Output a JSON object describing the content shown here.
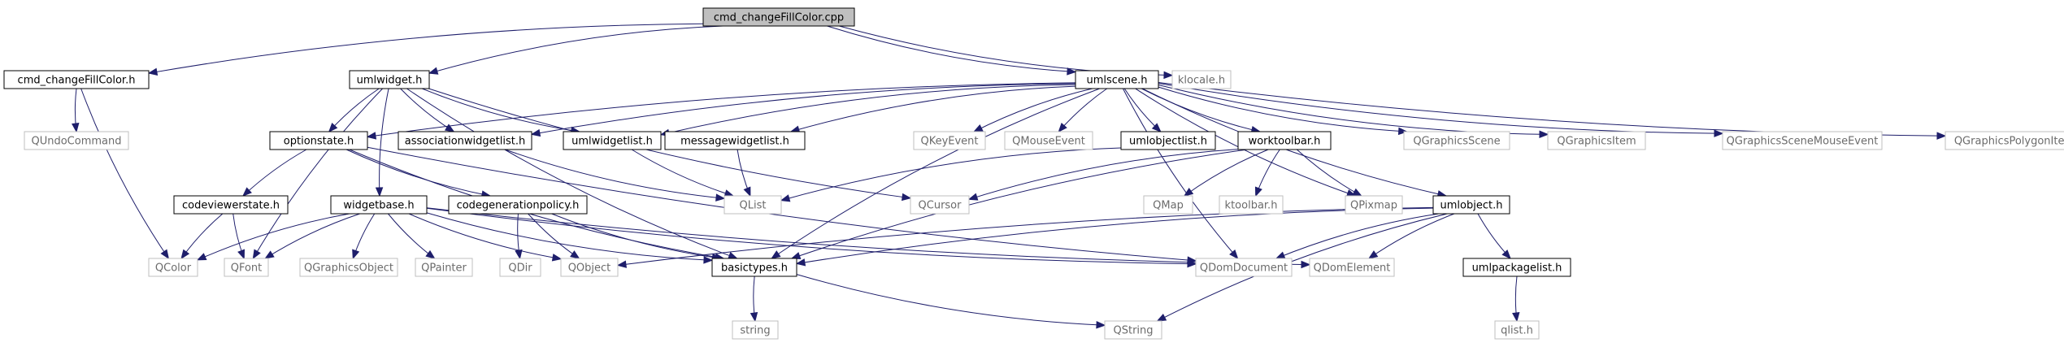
{
  "diagram": {
    "colors": {
      "edge": "#1e1e6b",
      "root_fill": "#bfbfbf",
      "documented_border": "#000000",
      "undocumented_border": "#bfbfbf",
      "text": "#000000",
      "undocumented_text": "#6b6b6b"
    },
    "nodes": [
      {
        "id": "root",
        "label": "cmd_changeFillColor.cpp",
        "style": "root"
      },
      {
        "id": "cmdh",
        "label": "cmd_changeFillColor.h",
        "style": "documented"
      },
      {
        "id": "umlwidget",
        "label": "umlwidget.h",
        "style": "documented"
      },
      {
        "id": "umlscene",
        "label": "umlscene.h",
        "style": "documented"
      },
      {
        "id": "klocale",
        "label": "klocale.h",
        "style": "undocumented"
      },
      {
        "id": "qundo",
        "label": "QUndoCommand",
        "style": "undocumented"
      },
      {
        "id": "optionstate",
        "label": "optionstate.h",
        "style": "documented"
      },
      {
        "id": "assocwl",
        "label": "associationwidgetlist.h",
        "style": "documented"
      },
      {
        "id": "umlwl",
        "label": "umlwidgetlist.h",
        "style": "documented"
      },
      {
        "id": "msgwl",
        "label": "messagewidgetlist.h",
        "style": "documented"
      },
      {
        "id": "qkey",
        "label": "QKeyEvent",
        "style": "undocumented"
      },
      {
        "id": "qmouse",
        "label": "QMouseEvent",
        "style": "undocumented"
      },
      {
        "id": "umlol",
        "label": "umlobjectlist.h",
        "style": "documented"
      },
      {
        "id": "worktb",
        "label": "worktoolbar.h",
        "style": "documented"
      },
      {
        "id": "qgscene",
        "label": "QGraphicsScene",
        "style": "undocumented"
      },
      {
        "id": "qgitem",
        "label": "QGraphicsItem",
        "style": "undocumented"
      },
      {
        "id": "qgsme",
        "label": "QGraphicsSceneMouseEvent",
        "style": "undocumented"
      },
      {
        "id": "qgpoly",
        "label": "QGraphicsPolygonItem",
        "style": "undocumented"
      },
      {
        "id": "cvs",
        "label": "codeviewerstate.h",
        "style": "documented"
      },
      {
        "id": "widgetbase",
        "label": "widgetbase.h",
        "style": "documented"
      },
      {
        "id": "cgp",
        "label": "codegenerationpolicy.h",
        "style": "documented"
      },
      {
        "id": "qlist",
        "label": "QList",
        "style": "undocumented"
      },
      {
        "id": "qcursor",
        "label": "QCursor",
        "style": "undocumented"
      },
      {
        "id": "qmap",
        "label": "QMap",
        "style": "undocumented"
      },
      {
        "id": "ktoolbar",
        "label": "ktoolbar.h",
        "style": "undocumented"
      },
      {
        "id": "qpixmap",
        "label": "QPixmap",
        "style": "undocumented"
      },
      {
        "id": "umlobject",
        "label": "umlobject.h",
        "style": "documented"
      },
      {
        "id": "qcolor",
        "label": "QColor",
        "style": "undocumented"
      },
      {
        "id": "qfont",
        "label": "QFont",
        "style": "undocumented"
      },
      {
        "id": "qgobject",
        "label": "QGraphicsObject",
        "style": "undocumented"
      },
      {
        "id": "qpainter",
        "label": "QPainter",
        "style": "undocumented"
      },
      {
        "id": "qdir",
        "label": "QDir",
        "style": "undocumented"
      },
      {
        "id": "qobject",
        "label": "QObject",
        "style": "undocumented"
      },
      {
        "id": "basictypes",
        "label": "basictypes.h",
        "style": "documented"
      },
      {
        "id": "qdomdoc",
        "label": "QDomDocument",
        "style": "undocumented"
      },
      {
        "id": "qdomel",
        "label": "QDomElement",
        "style": "undocumented"
      },
      {
        "id": "umlpl",
        "label": "umlpackagelist.h",
        "style": "documented"
      },
      {
        "id": "string",
        "label": "string",
        "style": "undocumented"
      },
      {
        "id": "qstring",
        "label": "QString",
        "style": "undocumented"
      },
      {
        "id": "qlisth",
        "label": "qlist.h",
        "style": "undocumented"
      }
    ],
    "edges": [
      [
        "root",
        "cmdh"
      ],
      [
        "root",
        "umlwidget"
      ],
      [
        "root",
        "umlscene"
      ],
      [
        "root",
        "klocale"
      ],
      [
        "cmdh",
        "qundo"
      ],
      [
        "cmdh",
        "qcolor"
      ],
      [
        "umlwidget",
        "optionstate"
      ],
      [
        "umlwidget",
        "assocwl"
      ],
      [
        "umlwidget",
        "umlwl"
      ],
      [
        "umlwidget",
        "widgetbase"
      ],
      [
        "umlwidget",
        "qcursor"
      ],
      [
        "umlwidget",
        "qfont"
      ],
      [
        "umlwidget",
        "basictypes"
      ],
      [
        "umlscene",
        "optionstate"
      ],
      [
        "umlscene",
        "assocwl"
      ],
      [
        "umlscene",
        "umlwl"
      ],
      [
        "umlscene",
        "msgwl"
      ],
      [
        "umlscene",
        "qkey"
      ],
      [
        "umlscene",
        "qmouse"
      ],
      [
        "umlscene",
        "umlol"
      ],
      [
        "umlscene",
        "worktb"
      ],
      [
        "umlscene",
        "qgscene"
      ],
      [
        "umlscene",
        "qgitem"
      ],
      [
        "umlscene",
        "qgsme"
      ],
      [
        "umlscene",
        "qgpoly"
      ],
      [
        "umlscene",
        "umlobject"
      ],
      [
        "umlscene",
        "basictypes"
      ],
      [
        "umlscene",
        "qpixmap"
      ],
      [
        "umlscene",
        "qdomdoc"
      ],
      [
        "optionstate",
        "cvs"
      ],
      [
        "optionstate",
        "cgp"
      ],
      [
        "optionstate",
        "basictypes"
      ],
      [
        "optionstate",
        "qdomdoc"
      ],
      [
        "assocwl",
        "qlist"
      ],
      [
        "umlwl",
        "qlist"
      ],
      [
        "msgwl",
        "qlist"
      ],
      [
        "umlol",
        "qlist"
      ],
      [
        "worktb",
        "qcursor"
      ],
      [
        "worktb",
        "qmap"
      ],
      [
        "worktb",
        "ktoolbar"
      ],
      [
        "worktb",
        "qpixmap"
      ],
      [
        "worktb",
        "basictypes"
      ],
      [
        "cvs",
        "qcolor"
      ],
      [
        "cvs",
        "qfont"
      ],
      [
        "widgetbase",
        "qcolor"
      ],
      [
        "widgetbase",
        "qfont"
      ],
      [
        "widgetbase",
        "qgobject"
      ],
      [
        "widgetbase",
        "qpainter"
      ],
      [
        "widgetbase",
        "qobject"
      ],
      [
        "widgetbase",
        "basictypes"
      ],
      [
        "widgetbase",
        "qdomdoc"
      ],
      [
        "widgetbase",
        "qdomel"
      ],
      [
        "cgp",
        "qdir"
      ],
      [
        "cgp",
        "qobject"
      ],
      [
        "cgp",
        "basictypes"
      ],
      [
        "umlobject",
        "qobject"
      ],
      [
        "umlobject",
        "basictypes"
      ],
      [
        "umlobject",
        "qdomdoc"
      ],
      [
        "umlobject",
        "qdomel"
      ],
      [
        "umlobject",
        "umlpl"
      ],
      [
        "umlobject",
        "qstring"
      ],
      [
        "basictypes",
        "string"
      ],
      [
        "basictypes",
        "qstring"
      ],
      [
        "umlpl",
        "qlisth"
      ]
    ]
  }
}
